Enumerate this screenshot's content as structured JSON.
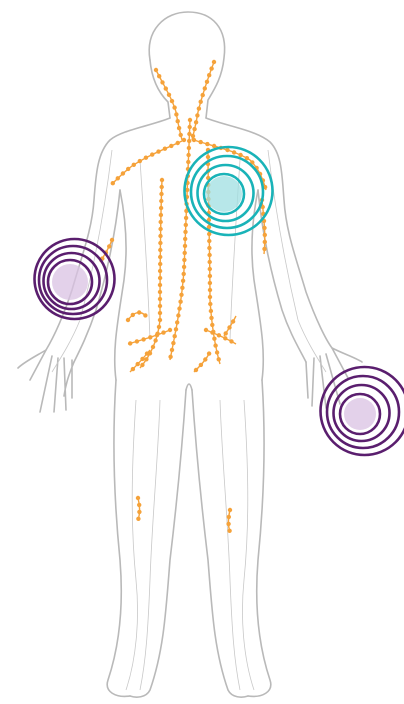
{
  "figure": {
    "background": "#ffffff",
    "outline_color": "#b9b9b9",
    "vessel_color": "#c8c8c8",
    "node_color": "#f5a23a"
  },
  "markers": [
    {
      "name": "chest-target",
      "ring_color": "#19b3b8",
      "fill_color": "#9fdfe2",
      "rings": 4
    },
    {
      "name": "right-arm-target",
      "ring_color": "#5a1e6e",
      "fill_color": "#d9c2e3",
      "rings": 4
    },
    {
      "name": "left-hand-target",
      "ring_color": "#5a1e6e",
      "fill_color": "#d9c2e3",
      "rings": 4
    }
  ]
}
